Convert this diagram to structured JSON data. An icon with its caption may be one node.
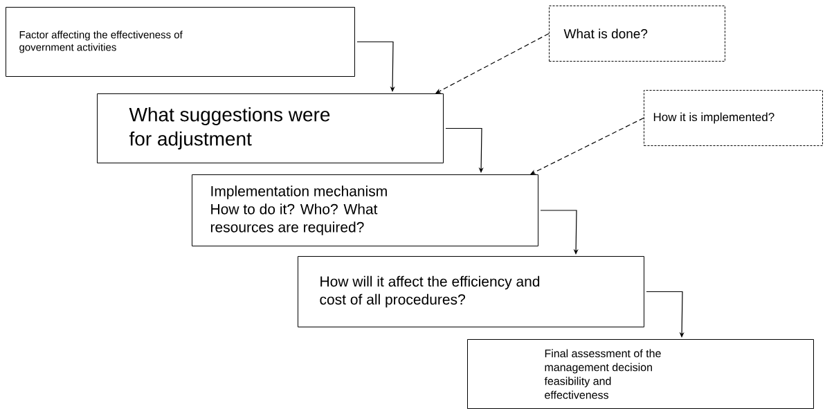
{
  "diagram": {
    "nodes": [
      {
        "text": [
          "Factor affecting the effectiveness of government activities"
        ]
      },
      {
        "text": [
          "What suggestions were for adjustment"
        ]
      },
      {
        "text": [
          "Implementation mechanism How to do it? Who? What resources are required?"
        ]
      },
      {
        "text": [
          "How will it affect the efficiency and cost of all procedures?"
        ]
      },
      {
        "text": [
          "Final assessment of the management decision feasibility and effectiveness"
        ]
      },
      {
        "text": [
          "What is done?"
        ]
      },
      {
        "text": [
          "How it is implemented?"
        ]
      }
    ],
    "edges": [
      {
        "from": 0,
        "to": 1,
        "arrow": "to"
      },
      {
        "from": 1,
        "to": 2,
        "arrow": "to"
      },
      {
        "from": 2,
        "to": 3,
        "arrow": "to"
      },
      {
        "from": 3,
        "to": 4,
        "arrow": "to"
      },
      {
        "from": 5,
        "to": 1,
        "arrow": "to",
        "style": "dashed"
      },
      {
        "from": 6,
        "to": 2,
        "arrow": "to",
        "style": "dashed"
      }
    ]
  }
}
